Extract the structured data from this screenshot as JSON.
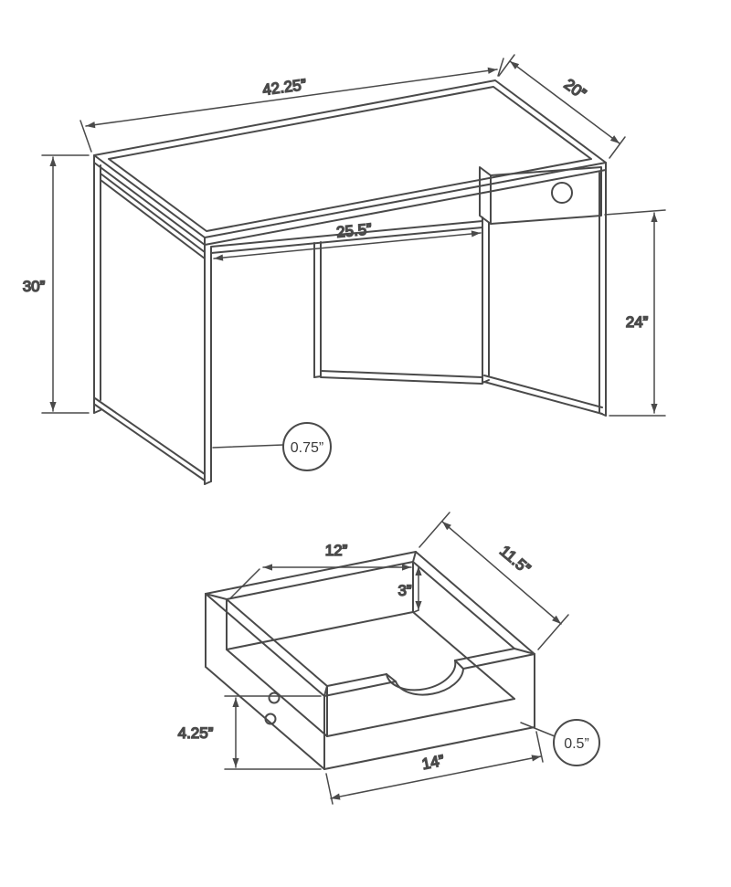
{
  "diagram": {
    "kind": "furniture-dimension-drawing",
    "units": "inches"
  },
  "desk": {
    "dims": {
      "top_width": "42.25”",
      "top_depth": "20”",
      "clear_width": "25.5”",
      "height": "30”",
      "clear_height": "24”",
      "tube_thickness": "0.75”"
    }
  },
  "drawer": {
    "dims": {
      "inner_width": "12”",
      "inner_height": "3”",
      "depth": "11.5”",
      "front_height": "4.25”",
      "outer_width": "14”",
      "material_thickness": "0.5”"
    }
  },
  "colors": {
    "line": "#4a4a4a",
    "text": "#3b3b3b",
    "background": "#ffffff"
  }
}
